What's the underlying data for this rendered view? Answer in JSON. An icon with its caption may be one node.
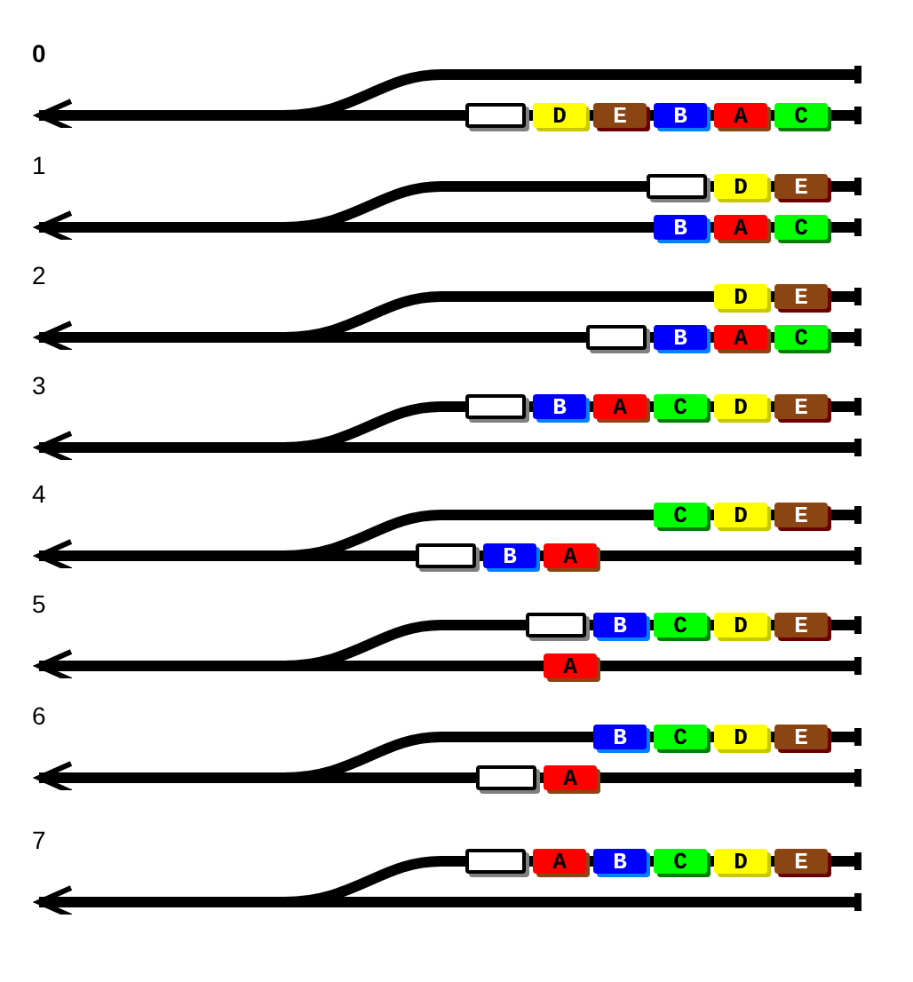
{
  "diagram": {
    "nodes": [
      {
        "text": [],
        "shape": "box"
      },
      {
        "text": [
          "D"
        ]
      },
      {
        "text": [
          "E"
        ]
      },
      {
        "text": [
          "B"
        ]
      },
      {
        "text": [
          "A"
        ]
      },
      {
        "text": [
          "C"
        ]
      },
      {
        "text": [],
        "shape": "box"
      },
      {
        "text": [
          "D"
        ]
      },
      {
        "text": [
          "E"
        ]
      },
      {
        "text": [
          "B"
        ]
      },
      {
        "text": [
          "A"
        ]
      },
      {
        "text": [
          "C"
        ]
      },
      {
        "text": [
          "D"
        ]
      },
      {
        "text": [
          "E"
        ]
      },
      {
        "text": [],
        "shape": "box"
      },
      {
        "text": [
          "B"
        ]
      },
      {
        "text": [
          "A"
        ]
      },
      {
        "text": [
          "C"
        ]
      },
      {
        "text": [],
        "shape": "box"
      },
      {
        "text": [
          "B"
        ]
      },
      {
        "text": [
          "A"
        ]
      },
      {
        "text": [
          "C"
        ]
      },
      {
        "text": [
          "D"
        ]
      },
      {
        "text": [
          "E"
        ]
      },
      {
        "text": [
          "C"
        ]
      },
      {
        "text": [
          "D"
        ]
      },
      {
        "text": [
          "E"
        ]
      },
      {
        "text": [],
        "shape": "box"
      },
      {
        "text": [
          "B"
        ]
      },
      {
        "text": [
          "A"
        ]
      },
      {
        "text": [],
        "shape": "box"
      },
      {
        "text": [
          "B"
        ]
      },
      {
        "text": [
          "C"
        ]
      },
      {
        "text": [
          "D"
        ]
      },
      {
        "text": [
          "E"
        ]
      },
      {
        "text": [
          "A"
        ]
      },
      {
        "text": [
          "B"
        ]
      },
      {
        "text": [
          "C"
        ]
      },
      {
        "text": [
          "D"
        ]
      },
      {
        "text": [
          "E"
        ]
      },
      {
        "text": [],
        "shape": "box"
      },
      {
        "text": [
          "A"
        ]
      },
      {
        "text": [],
        "shape": "box"
      },
      {
        "text": [
          "A"
        ]
      },
      {
        "text": [
          "B"
        ]
      },
      {
        "text": [
          "C"
        ]
      },
      {
        "text": [
          "D"
        ]
      },
      {
        "text": [
          "E"
        ]
      }
    ],
    "labels": [
      "0",
      "1",
      "2",
      "3",
      "4",
      "5",
      "6",
      "7"
    ]
  }
}
